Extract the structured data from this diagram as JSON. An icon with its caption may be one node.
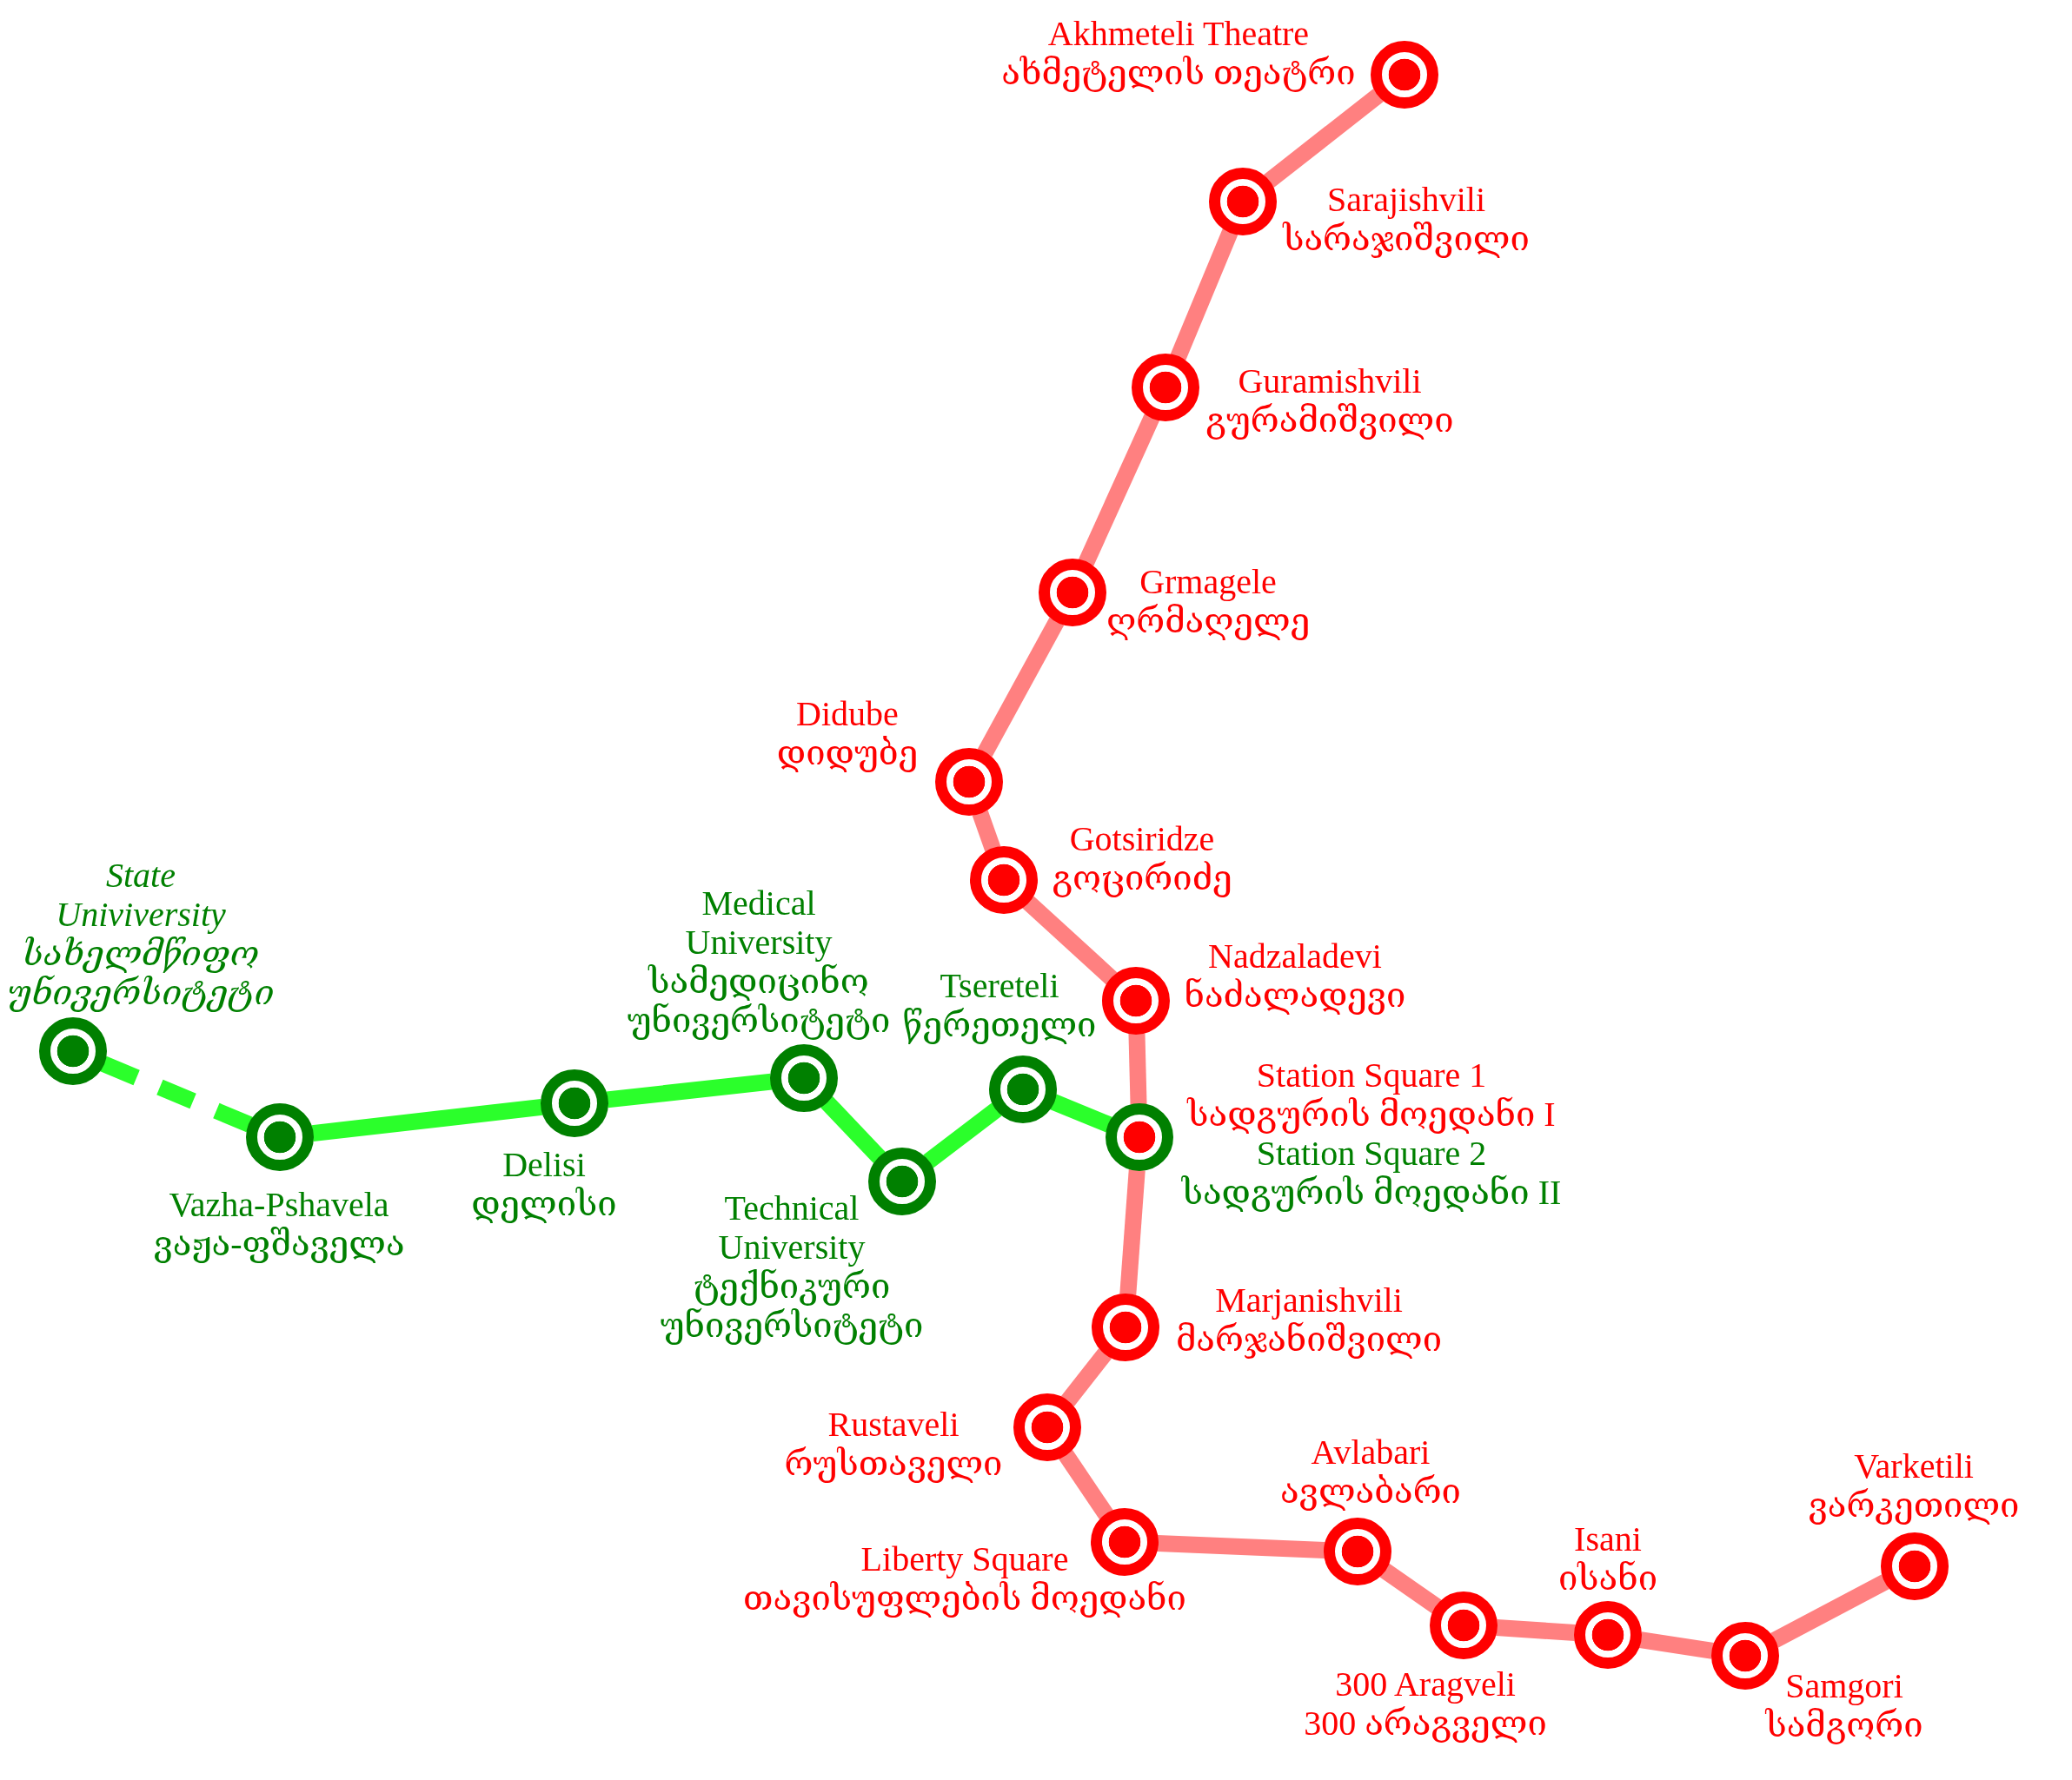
{
  "diagram": {
    "nodes": [
      {
        "text": [],
        "shape": "circle",
        "beside": [
          "Akhmeteli Theatre",
          "ახმეტელის თეატრი"
        ]
      },
      {
        "text": [],
        "shape": "circle",
        "beside": [
          "Sarajishvili",
          "სარაჯიშვილი"
        ]
      },
      {
        "text": [],
        "shape": "circle",
        "beside": [
          "Guramishvili",
          "გურამიშვილი"
        ]
      },
      {
        "text": [],
        "shape": "circle",
        "beside": [
          "Grmagele",
          "ღრმაღელე"
        ]
      },
      {
        "text": [],
        "shape": "circle",
        "beside": [
          "Didube",
          "დიდუბე"
        ]
      },
      {
        "text": [],
        "shape": "circle",
        "beside": [
          "Gotsiridze",
          "გოცირიძე"
        ]
      },
      {
        "text": [],
        "shape": "circle",
        "beside": [
          "Nadzaladevi",
          "ნაძალადევი"
        ]
      },
      {
        "text": [],
        "shape": "circle",
        "beside": [
          "Station Square 1",
          "სადგურის მოედანი I",
          "Station Square 2",
          "სადგურის მოედანი II"
        ]
      },
      {
        "text": [],
        "shape": "circle",
        "beside": [
          "Marjanishvili",
          "მარჯანიშვილი"
        ]
      },
      {
        "text": [],
        "shape": "circle",
        "beside": [
          "Rustaveli",
          "რუსთაველი"
        ]
      },
      {
        "text": [],
        "shape": "circle",
        "beside": [
          "Liberty Square",
          "თავისუფლების მოედანი"
        ]
      },
      {
        "text": [],
        "shape": "circle",
        "beside": [
          "Avlabari",
          "ავლაბარი"
        ]
      },
      {
        "text": [],
        "shape": "circle",
        "beside": [
          "300 Aragveli",
          "300 არაგველი"
        ]
      },
      {
        "text": [],
        "shape": "circle",
        "beside": [
          "Isani",
          "ისანი"
        ]
      },
      {
        "text": [],
        "shape": "circle",
        "beside": [
          "Samgori",
          "სამგორი"
        ]
      },
      {
        "text": [],
        "shape": "circle",
        "beside": [
          "Varketili",
          "ვარკეთილი"
        ]
      },
      {
        "text": [],
        "shape": "circle",
        "beside": [
          "State Univiversity",
          "სახელმწიფო უნივერსიტეტი"
        ]
      },
      {
        "text": [],
        "shape": "circle",
        "beside": [
          "Vazha-Pshavela",
          "ვაჟა-ფშაველა"
        ]
      },
      {
        "text": [],
        "shape": "circle",
        "beside": [
          "Delisi",
          "დელისი"
        ]
      },
      {
        "text": [],
        "shape": "circle",
        "beside": [
          "Medical University",
          "სამედიცინო უნივერსიტეტი"
        ]
      },
      {
        "text": [],
        "shape": "circle",
        "beside": [
          "Technical University",
          "ტექნიკური უნივერსიტეტი"
        ]
      },
      {
        "text": [],
        "shape": "circle",
        "beside": [
          "Tsereteli",
          "წერეთელი"
        ]
      }
    ],
    "edges": [
      {
        "from": 0,
        "to": 1,
        "arrow": "none"
      },
      {
        "from": 1,
        "to": 2,
        "arrow": "none"
      },
      {
        "from": 2,
        "to": 3,
        "arrow": "none"
      },
      {
        "from": 3,
        "to": 4,
        "arrow": "none"
      },
      {
        "from": 4,
        "to": 5,
        "arrow": "none"
      },
      {
        "from": 5,
        "to": 6,
        "arrow": "none"
      },
      {
        "from": 6,
        "to": 7,
        "arrow": "none"
      },
      {
        "from": 7,
        "to": 8,
        "arrow": "none"
      },
      {
        "from": 8,
        "to": 9,
        "arrow": "none"
      },
      {
        "from": 9,
        "to": 10,
        "arrow": "none"
      },
      {
        "from": 10,
        "to": 11,
        "arrow": "none"
      },
      {
        "from": 11,
        "to": 12,
        "arrow": "none"
      },
      {
        "from": 12,
        "to": 13,
        "arrow": "none"
      },
      {
        "from": 13,
        "to": 14,
        "arrow": "none"
      },
      {
        "from": 14,
        "to": 15,
        "arrow": "none"
      },
      {
        "from": 16,
        "to": 17,
        "arrow": "none",
        "style": "dashed",
        "color": "#2bff2b"
      },
      {
        "from": 17,
        "to": 18,
        "arrow": "none",
        "color": "#2bff2b"
      },
      {
        "from": 18,
        "to": 19,
        "arrow": "none",
        "color": "#2bff2b"
      },
      {
        "from": 19,
        "to": 20,
        "arrow": "none",
        "color": "#2bff2b"
      },
      {
        "from": 20,
        "to": 21,
        "arrow": "none",
        "color": "#2bff2b"
      },
      {
        "from": 21,
        "to": 7,
        "arrow": "none",
        "color": "#2bff2b"
      }
    ]
  }
}
